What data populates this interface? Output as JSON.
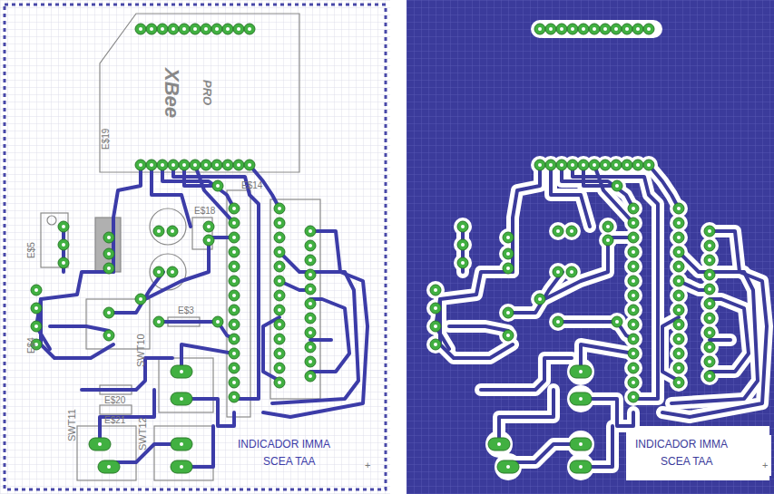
{
  "diagram": {
    "labels": [
      "XBee",
      "PRO",
      "E$19",
      "E$14",
      "E$18",
      "E$5",
      "E$3",
      "E$4",
      "E$20",
      "E$21",
      "SWT10",
      "SWT11",
      "SWT12",
      "INDICADOR IMMA",
      "SCEA TAA",
      "+",
      "INDICADOR IMMA",
      "SCEA TAA",
      "+"
    ]
  }
}
